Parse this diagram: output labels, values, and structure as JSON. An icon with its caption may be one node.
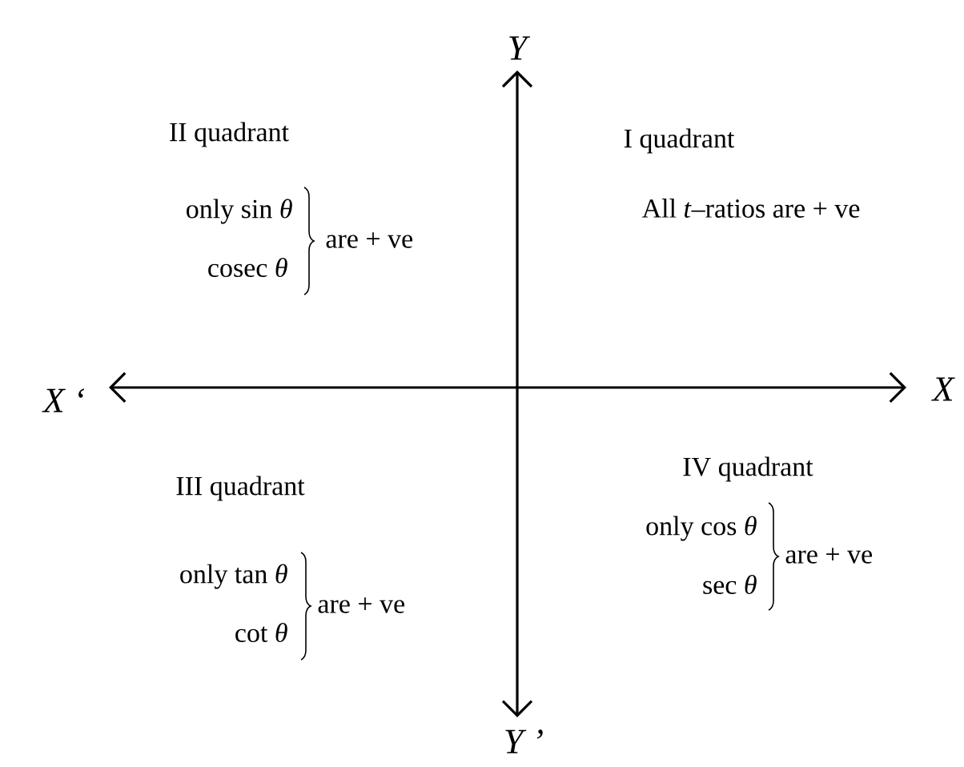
{
  "diagram": {
    "labels": [
      "Y",
      "II quadrant",
      "I quadrant",
      "only sin *θ*",
      "All *t*–ratios are + ve",
      "are + ve",
      "cosec *θ*",
      "X ‘",
      "X",
      "III quadrant",
      "IV quadrant",
      "only cos *θ*",
      "are + ve",
      "sec *θ*",
      "only tan *θ*",
      "are + ve",
      "cot *θ*",
      "Y ’"
    ]
  }
}
